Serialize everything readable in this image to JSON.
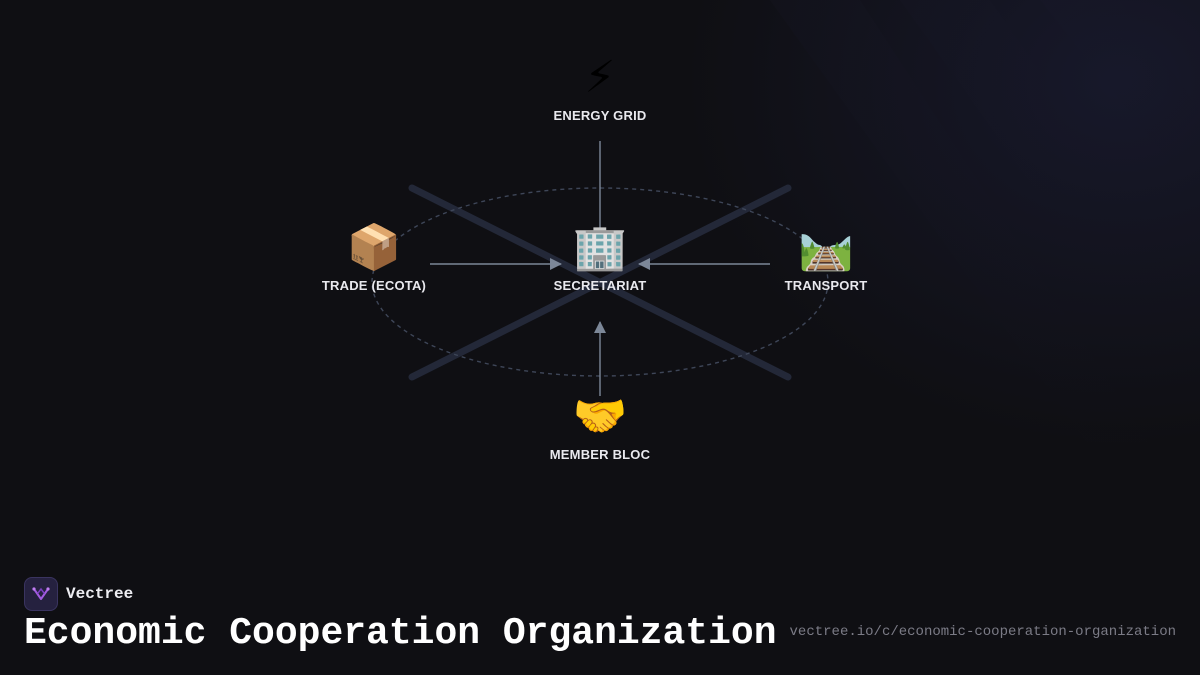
{
  "diagram": {
    "center": {
      "emoji": "🏢",
      "label": "SECRETARIAT"
    },
    "nodes": {
      "top": {
        "emoji": "⚡",
        "label": "ENERGY GRID"
      },
      "left": {
        "emoji": "📦",
        "label": "TRADE (ECOTA)"
      },
      "right": {
        "emoji": "🛤️",
        "label": "TRANSPORT"
      },
      "bottom": {
        "emoji": "🤝",
        "label": "MEMBER BLOC"
      }
    },
    "edges": [
      {
        "from": "ENERGY GRID",
        "to": "SECRETARIAT"
      },
      {
        "from": "TRADE (ECOTA)",
        "to": "SECRETARIAT"
      },
      {
        "from": "TRANSPORT",
        "to": "SECRETARIAT"
      },
      {
        "from": "MEMBER BLOC",
        "to": "SECRETARIAT"
      }
    ]
  },
  "footer": {
    "brand": "Vectree",
    "title": "Economic Cooperation Organization",
    "url": "vectree.io/c/economic-cooperation-organization"
  },
  "colors": {
    "background": "#0f0f13",
    "arrow": "#6f7a8a",
    "cross_lines": "#232838",
    "dashed_ring": "#3e4658",
    "label": "#e9e9ee",
    "url": "#7b7b86"
  }
}
